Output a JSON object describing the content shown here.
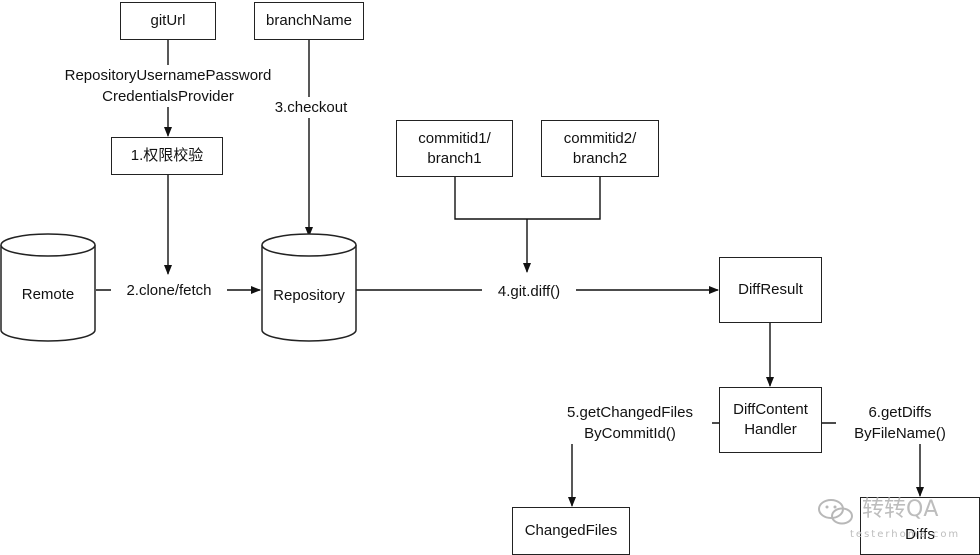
{
  "nodes": {
    "git_url": "gitUrl",
    "branch_name": "branchName",
    "auth_check": "1.权限校验",
    "commit1": "commitid1/\nbranch1",
    "commit2": "commitid2/\nbranch2",
    "remote": "Remote",
    "repository": "Repository",
    "diff_result": "DiffResult",
    "diff_handler": "DiffContent\nHandler",
    "changed_files": "ChangedFiles",
    "diffs": "Diffs"
  },
  "labels": {
    "credentials": "RepositoryUsernamePassword\nCredentialsProvider",
    "checkout": "3.checkout",
    "clone_fetch": "2.clone/fetch",
    "git_diff": "4.git.diff()",
    "get_changed_files": "5.getChangedFiles\nByCommitId()",
    "get_diffs": "6.getDiffs\nByFileName()"
  },
  "watermark": {
    "title": "转转QA",
    "subtitle": "testerhome.com"
  }
}
